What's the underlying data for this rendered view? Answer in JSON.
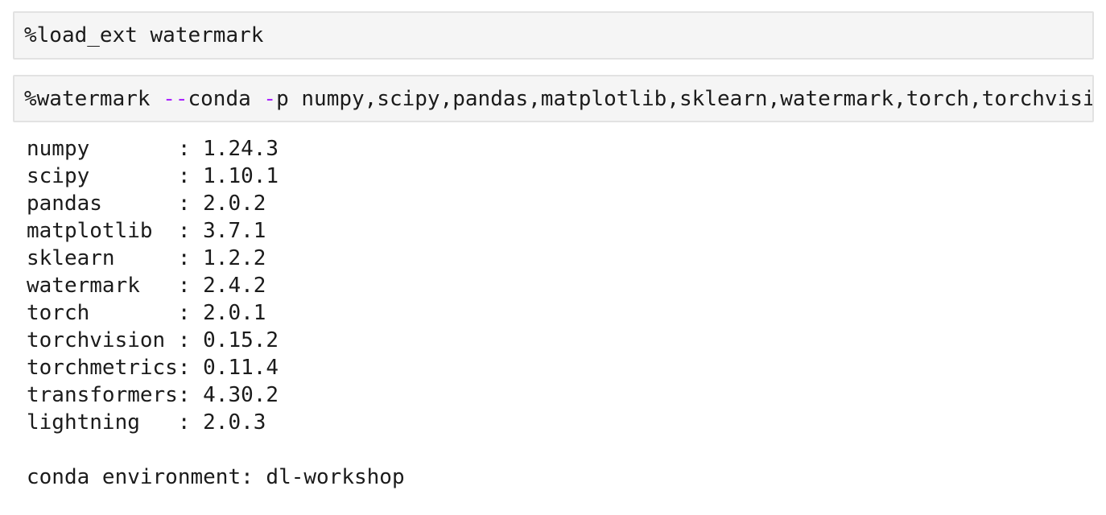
{
  "colors": {
    "page_background": "#ffffff",
    "cell_background": "#f5f5f5",
    "cell_border": "#e2e2e2",
    "code_text": "#1b1b1b",
    "operator_purple": "#aa22ff"
  },
  "cell_load_ext": {
    "code": "%load_ext watermark"
  },
  "cell_watermark": {
    "tokens": [
      {
        "text": "%watermark ",
        "role": "plain"
      },
      {
        "text": "--",
        "role": "operator"
      },
      {
        "text": "conda ",
        "role": "plain"
      },
      {
        "text": "-",
        "role": "operator"
      },
      {
        "text": "p ",
        "role": "plain"
      },
      {
        "text": "numpy,scipy,pandas,matplotlib,sklearn,watermark,torch,torchvisi",
        "role": "plain"
      }
    ]
  },
  "output": {
    "name_pad_width": 12,
    "separator": ": ",
    "packages": [
      {
        "name": "numpy",
        "version": "1.24.3"
      },
      {
        "name": "scipy",
        "version": "1.10.1"
      },
      {
        "name": "pandas",
        "version": "2.0.2"
      },
      {
        "name": "matplotlib",
        "version": "3.7.1"
      },
      {
        "name": "sklearn",
        "version": "1.2.2"
      },
      {
        "name": "watermark",
        "version": "2.4.2"
      },
      {
        "name": "torch",
        "version": "2.0.1"
      },
      {
        "name": "torchvision",
        "version": "0.15.2"
      },
      {
        "name": "torchmetrics",
        "version": "0.11.4"
      },
      {
        "name": "transformers",
        "version": "4.30.2"
      },
      {
        "name": "lightning",
        "version": "2.0.3"
      }
    ],
    "conda_env": {
      "label": "conda environment",
      "value": "dl-workshop"
    }
  }
}
